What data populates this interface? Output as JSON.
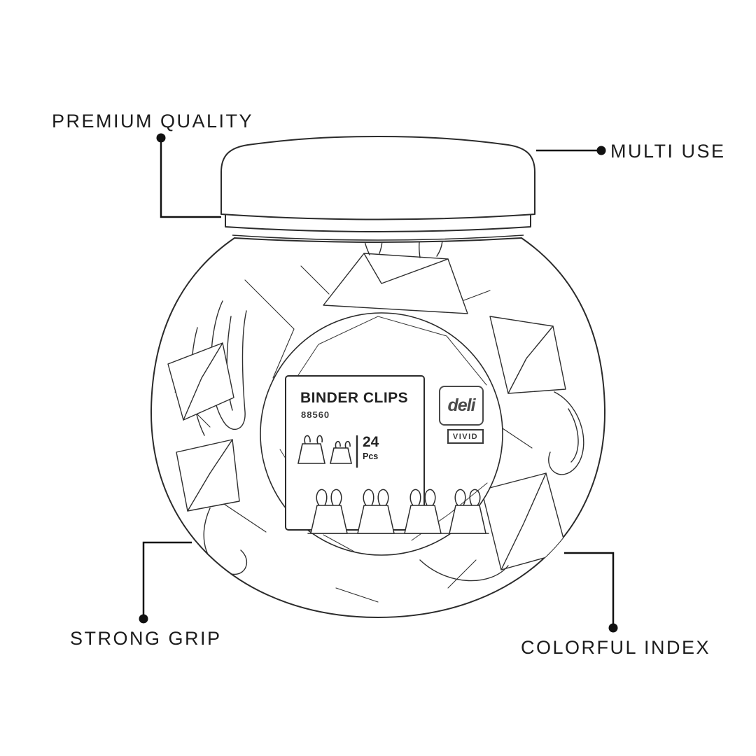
{
  "callouts": {
    "premium_quality": "PREMIUM QUALITY",
    "multi_use": "MULTI USE",
    "strong_grip": "STRONG GRIP",
    "colorful_index": "COLORFUL INDEX"
  },
  "label": {
    "product_name": "BINDER CLIPS",
    "sku": "88560",
    "count": "24",
    "count_unit": "Pcs",
    "brand": "deli",
    "series": "VIVID"
  },
  "colors": {
    "line": "#2b2b2b",
    "text": "#1c1c1c",
    "background": "#ffffff"
  }
}
